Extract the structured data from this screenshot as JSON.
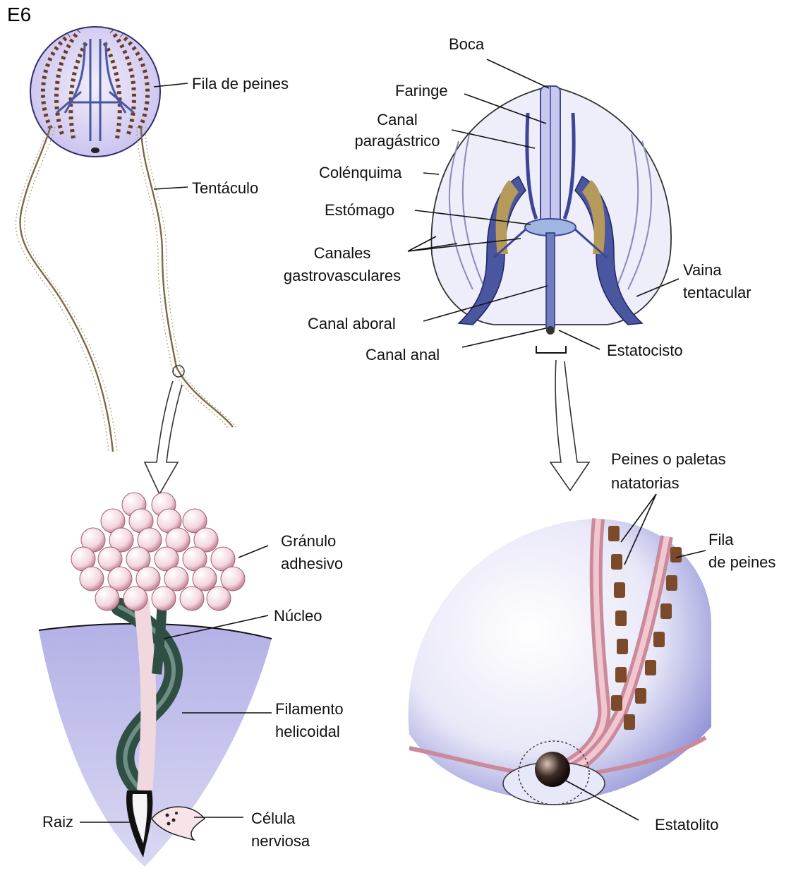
{
  "figure_tag": "E6",
  "colors": {
    "body_fill": "#dcd5f3",
    "body_outline": "#2e2e6a",
    "tissue_fill": "#b9b6e8",
    "comb_brown": "#7a4a2a",
    "comb_pink": "#e7a9b4",
    "granule_pink": "#f6e1e8",
    "filament_dark": "#2f4f45",
    "tentacle_tan": "#a7906a",
    "canal_blue": "#4a56a0"
  },
  "icons": [
    "zoom-arrow-icon"
  ],
  "labels": {
    "fila_de_peines_top": "Fila de peines",
    "tentaculo": "Tentáculo",
    "boca": "Boca",
    "faringe": "Faringe",
    "canal_paragastrico": [
      "Canal",
      "paragástrico"
    ],
    "colenquima": "Colénquima",
    "estomago": "Estómago",
    "canales_gastrovasculares": [
      "Canales",
      "gastrovasculares"
    ],
    "vaina_tentacular": [
      "Vaina",
      "tentacular"
    ],
    "canal_aboral": "Canal aboral",
    "canal_anal": "Canal anal",
    "estatocisto": "Estatocisto",
    "peines_o_paletas": [
      "Peines o paletas",
      "natatorias"
    ],
    "fila_de_peines_bottom": [
      "Fila",
      "de peines"
    ],
    "granulo_adhesivo": [
      "Gránulo",
      "adhesivo"
    ],
    "nucleo": "Núcleo",
    "filamento_helicoidal": [
      "Filamento",
      "helicoidal"
    ],
    "raiz": "Raiz",
    "celula_nerviosa": [
      "Célula",
      "nerviosa"
    ],
    "estatolito": "Estatolito"
  }
}
